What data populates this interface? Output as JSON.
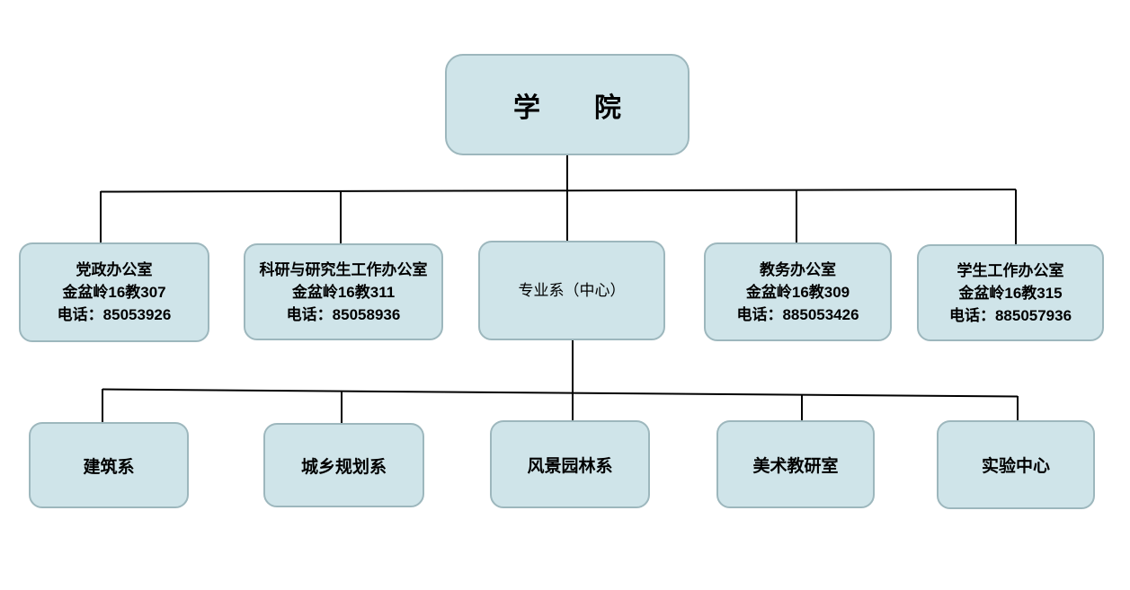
{
  "colors": {
    "background": "#ffffff",
    "node_fill": "#cfe4e9",
    "node_border": "#9db7bd",
    "connector": "#000000",
    "text": "#000000"
  },
  "org_chart": {
    "root": {
      "label": "学　　院"
    },
    "level2": [
      {
        "lines": [
          "党政办公室",
          "金盆岭16教307",
          "电话：85053926"
        ]
      },
      {
        "lines": [
          "科研与研究生工作办公室",
          "金盆岭16教311",
          "电话：85058936"
        ]
      },
      {
        "lines": [
          "专业系（中心）"
        ]
      },
      {
        "lines": [
          "教务办公室",
          "金盆岭16教309",
          "电话：885053426"
        ]
      },
      {
        "lines": [
          "学生工作办公室",
          "金盆岭16教315",
          "电话：885057936"
        ]
      }
    ],
    "level3": [
      {
        "label": "建筑系"
      },
      {
        "label": "城乡规划系"
      },
      {
        "label": "风景园林系"
      },
      {
        "label": "美术教研室"
      },
      {
        "label": "实验中心"
      }
    ]
  }
}
